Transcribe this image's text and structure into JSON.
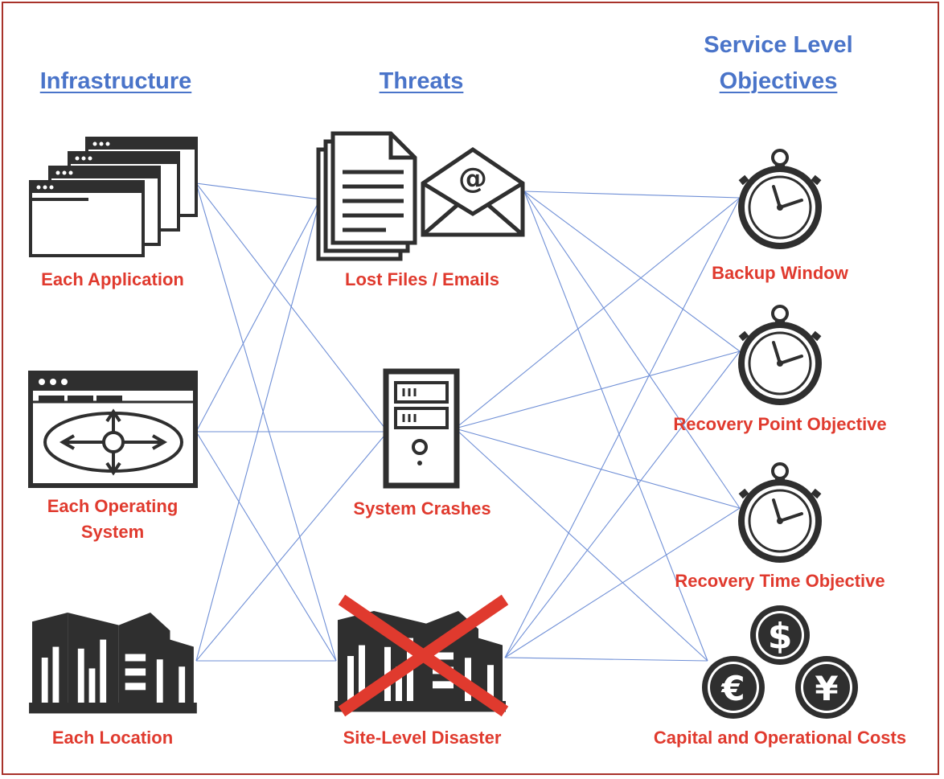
{
  "headers": {
    "infrastructure": "Infrastructure",
    "threats": "Threats",
    "slo_line1": "Service Level",
    "slo_line2": "Objectives"
  },
  "infrastructure": [
    "Each Application",
    "Each Operating",
    "System",
    "Each Location"
  ],
  "threats": [
    "Lost Files / Emails",
    "System Crashes",
    "Site-Level Disaster"
  ],
  "objectives": [
    "Backup Window",
    "Recovery Point Objective",
    "Recovery Time Objective",
    "Capital and Operational Costs"
  ],
  "icons": {
    "application": "application-windows-icon",
    "operating_system": "operating-system-icon",
    "location": "building-icon",
    "files": "documents-icon",
    "email": "email-envelope-icon",
    "server": "server-icon",
    "disaster": "crossed-building-icon",
    "stopwatch": "stopwatch-icon",
    "currency": "currency-coins-icon"
  },
  "currency_symbols": [
    "$",
    "€",
    "¥"
  ],
  "colors": {
    "header": "#4a74c9",
    "label": "#e03a2e",
    "lines": "#6f8fd6",
    "icon": "#2f2f2f",
    "frame": "#a8322a",
    "cross": "#e03a2e"
  }
}
